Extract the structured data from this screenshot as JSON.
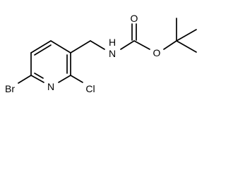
{
  "molecule": {
    "atoms": {
      "bromine": "Br",
      "ring_nitrogen": "N",
      "chlorine": "Cl",
      "amide_nitrogen": "N",
      "amide_hydrogen": "H",
      "carbonyl_oxygen": "O",
      "ester_oxygen": "O"
    },
    "colors": {
      "line": "#000000",
      "background": "#ffffff"
    }
  }
}
